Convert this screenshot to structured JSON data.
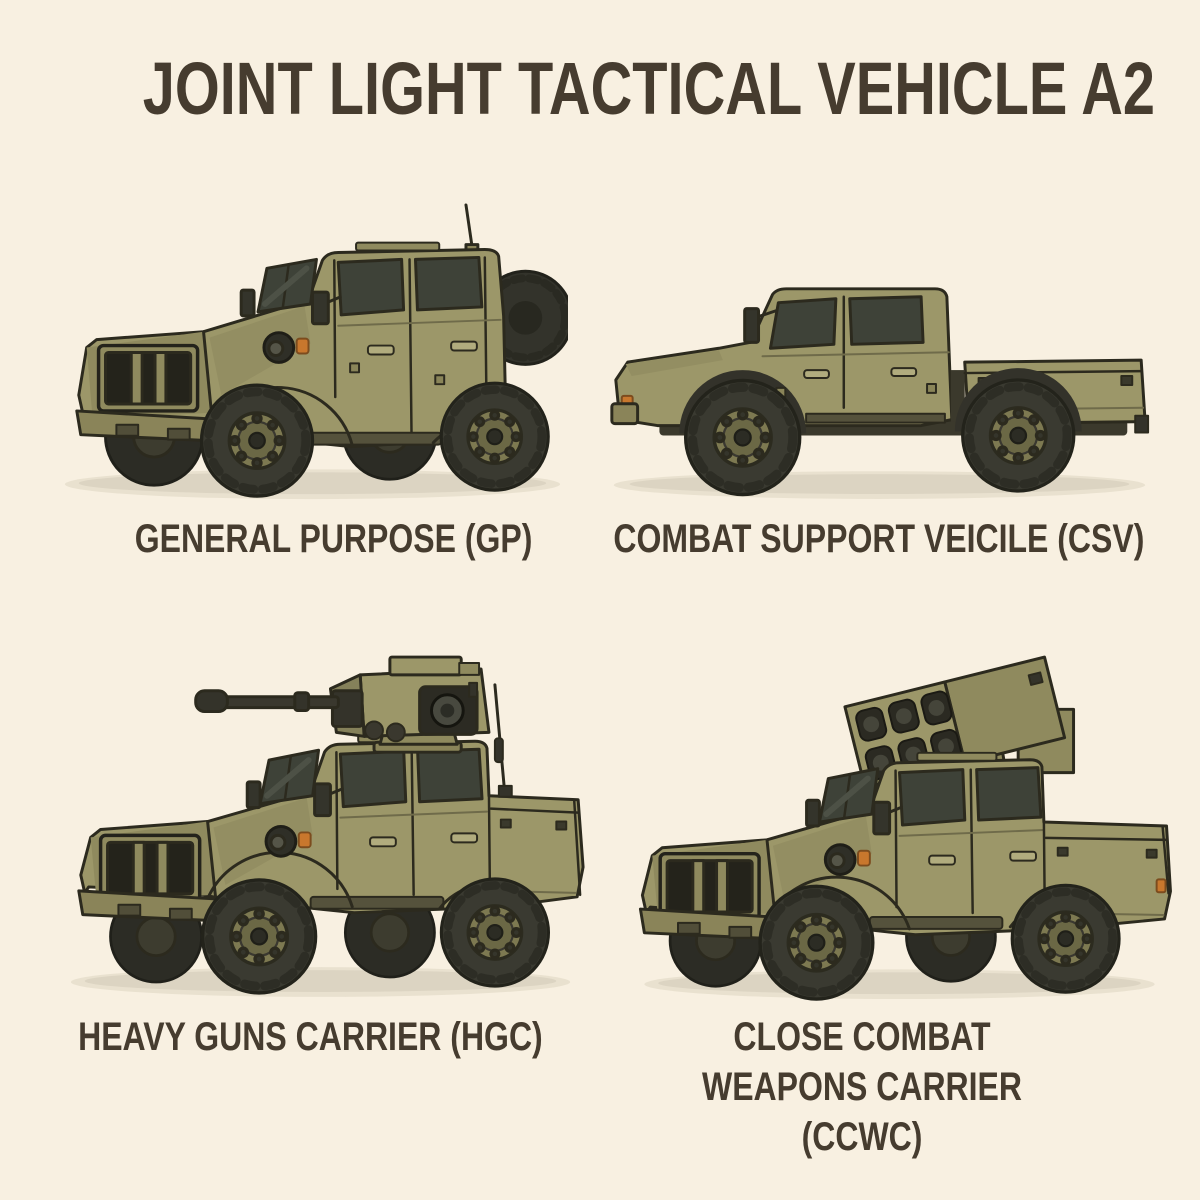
{
  "title": "JOINT LIGHT TACTICAL VEHICLE A2",
  "variants": [
    {
      "id": "gp",
      "label": "GENERAL PURPOSE (GP)"
    },
    {
      "id": "csv",
      "label": "COMBAT SUPPORT VEICILE (CSV)"
    },
    {
      "id": "hgc",
      "label": "HEAVY GUNS CARRIER (HGC)"
    },
    {
      "id": "ccwc",
      "label": "CLOSE COMBAT WEAPONS CARRIER (CCWC)"
    }
  ],
  "colors": {
    "background": "#f8f0e1",
    "vehicle_body": "#9c9769",
    "vehicle_shade": "#8f8a5e",
    "outline": "#2c2a1e",
    "window": "#3e4238",
    "tire": "#3a3a31",
    "rim": "#7d7951",
    "marker_light": "#c8772d",
    "text": "#463c2f",
    "ground_shadow": "#dcd4c2"
  }
}
